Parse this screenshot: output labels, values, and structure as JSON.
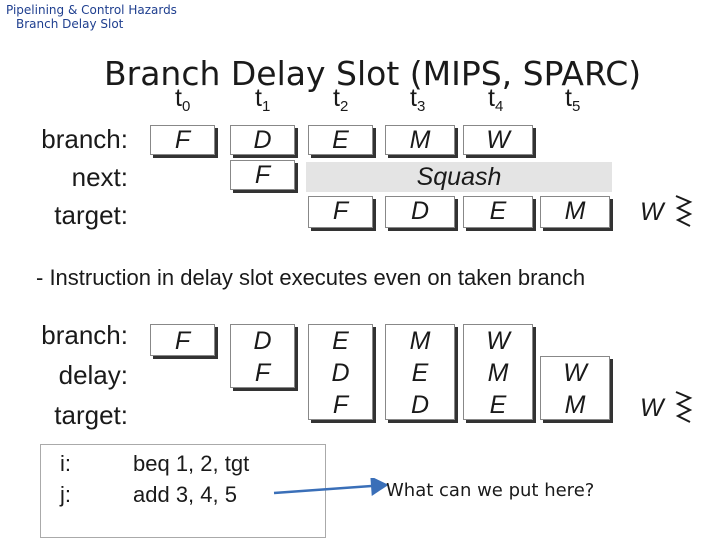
{
  "breadcrumb": [
    "Pipelining & Control Hazards",
    "Branch Delay Slot"
  ],
  "title": "Branch Delay Slot (MIPS, SPARC)",
  "cycles": [
    "0",
    "1",
    "2",
    "3",
    "4",
    "5"
  ],
  "cycle_prefix": "t",
  "diagram1": {
    "labels": [
      "branch:",
      "next:",
      "target:"
    ],
    "branch_row": [
      "F",
      "D",
      "E",
      "M",
      "W"
    ],
    "next_row": [
      "F"
    ],
    "squash_label": "Squash",
    "target_row": [
      "F",
      "D",
      "E",
      "M",
      "W"
    ]
  },
  "note": "- Instruction in delay slot executes even on taken branch",
  "diagram2": {
    "labels": [
      "branch:",
      "delay:",
      "target:"
    ],
    "col_F": "F",
    "col_DF": [
      "D",
      "F"
    ],
    "col_EDF": [
      "E",
      "D",
      "F"
    ],
    "col_MED": [
      "M",
      "E",
      "D"
    ],
    "col_WME": [
      "W",
      "M",
      "E"
    ],
    "col_WM": [
      "W",
      "M"
    ],
    "last_W": "W"
  },
  "code": {
    "labels": [
      "i:",
      "j:"
    ],
    "instructions": [
      "beq 1, 2, tgt",
      "add 3, 4, 5"
    ]
  },
  "question": "What can we put here?",
  "colors": {
    "arrow": "#3a6fb8",
    "squash_bg": "#e4e4e4"
  }
}
